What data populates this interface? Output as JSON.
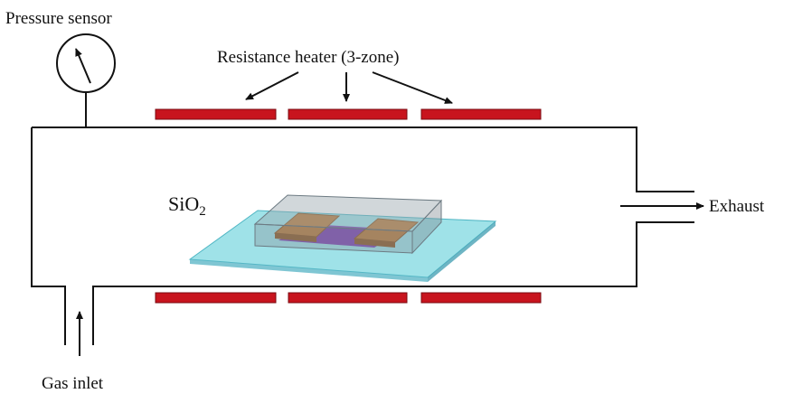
{
  "labels": {
    "pressure_sensor": "Pressure sensor",
    "resistance_heater": "Resistance heater (3-zone)",
    "exhaust": "Exhaust",
    "gas_inlet": "Gas inlet",
    "sio2_main": "SiO",
    "sio2_sub": "2"
  },
  "heater": {
    "zones": 3,
    "color": "#c8141e"
  },
  "colors": {
    "wall": "#111111",
    "substrate": "#7fd8e0",
    "electrode": "#b87838",
    "channel": "#7a3fb0",
    "gate": "#9aa6ad"
  }
}
